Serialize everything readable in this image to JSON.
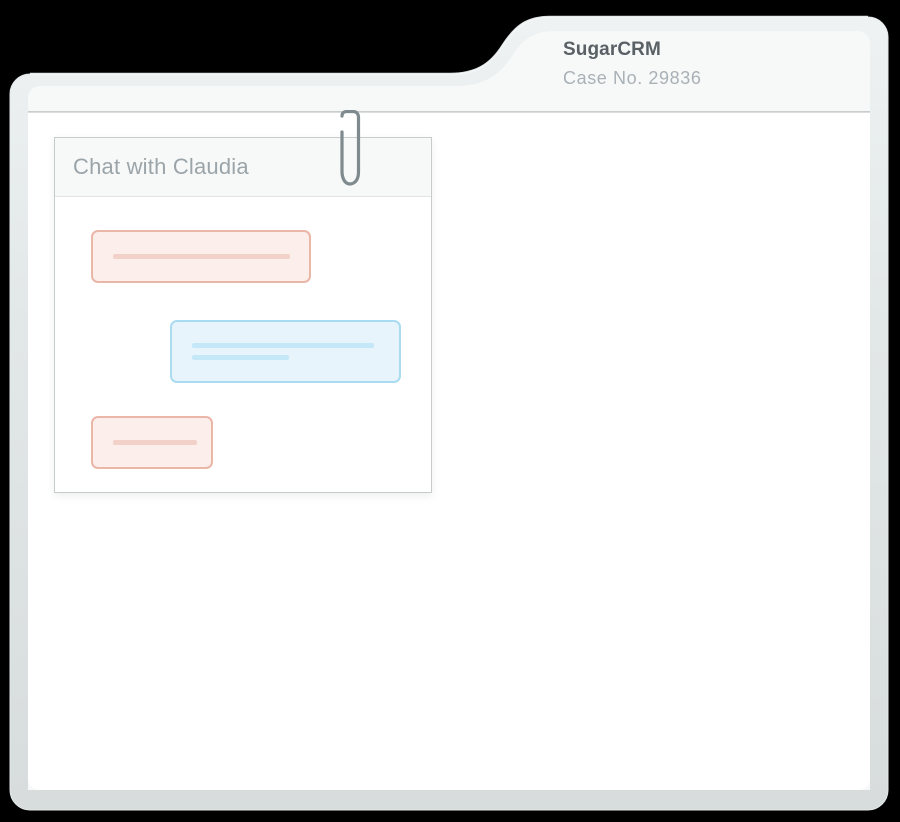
{
  "window": {
    "background_color": "#000000",
    "folder_border_color": "#dfe4e4",
    "folder_header_color": "#f7f9f9",
    "folder_body_color": "#ffffff",
    "divider_color": "#c8cdcd"
  },
  "header": {
    "app_title": "SugarCRM",
    "case_label": "Case No. 29836",
    "title_color": "#5a6166",
    "case_color": "#a9b1b6"
  },
  "chat_panel": {
    "title": "Chat with Claudia",
    "title_color": "#9ba5a9",
    "header_background": "#f7f8f8",
    "body_background": "#ffffff",
    "border_color": "#c7cbcb",
    "attachment_icon": "paperclip-icon",
    "paperclip_color": "#7e8a8d",
    "messages": [
      {
        "id": "bubble-1",
        "direction": "incoming",
        "fill": "#fbeeeb",
        "border": "#e9b6a7",
        "line_color": "#f2d2c8",
        "lines": 1
      },
      {
        "id": "bubble-2",
        "direction": "outgoing",
        "fill": "#e8f4fb",
        "border": "#a9dcf0",
        "line_color": "#c5e8f8",
        "lines": 2
      },
      {
        "id": "bubble-3",
        "direction": "incoming",
        "fill": "#fbeeeb",
        "border": "#e9b6a7",
        "line_color": "#f2d2c8",
        "lines": 1
      }
    ]
  }
}
